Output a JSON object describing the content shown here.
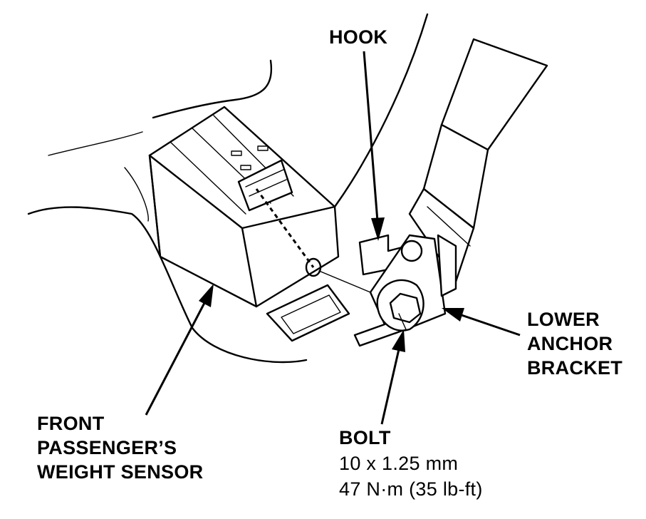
{
  "labels": {
    "hook": "HOOK",
    "lower_anchor_line1": "LOWER",
    "lower_anchor_line2": "ANCHOR",
    "lower_anchor_line3": "BRACKET",
    "sensor_line1": "FRONT",
    "sensor_line2": "PASSENGER’S",
    "sensor_line3": "WEIGHT SENSOR",
    "bolt_title": "BOLT",
    "bolt_size": "10 x 1.25 mm",
    "bolt_torque": "47 N·m (35 lb-ft)"
  },
  "colors": {
    "line": "#000000",
    "background": "#ffffff"
  }
}
